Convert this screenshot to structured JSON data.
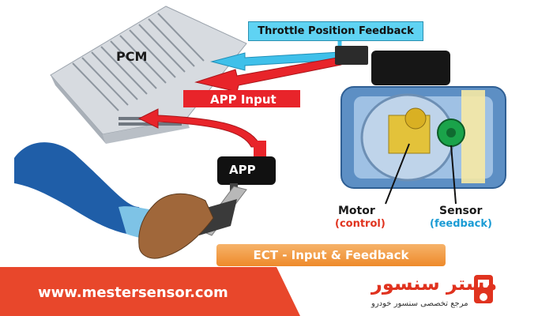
{
  "labels": {
    "pcm": "PCM",
    "throttle_feedback": "Throttle Position Feedback",
    "app_input": "APP Input",
    "app": "APP",
    "motor": "Motor",
    "motor_sub": "(control)",
    "sensor": "Sensor",
    "sensor_sub": "(feedback)",
    "ect_banner": "ECT - Input & Feedback"
  },
  "footer": {
    "url": "www.mestersensor.com",
    "brand_title": "مستر سنسور",
    "brand_subtitle": "مرجع تخصصی سنسور خودرو"
  },
  "colors": {
    "arrow_red": "#e8242a",
    "arrow_blue": "#3fc0ea",
    "banner_orange": "#ee8a2a",
    "footer_red": "#e8472b",
    "sensor_text_blue": "#1a9bd4",
    "motor_sub_red": "#e0331f"
  }
}
